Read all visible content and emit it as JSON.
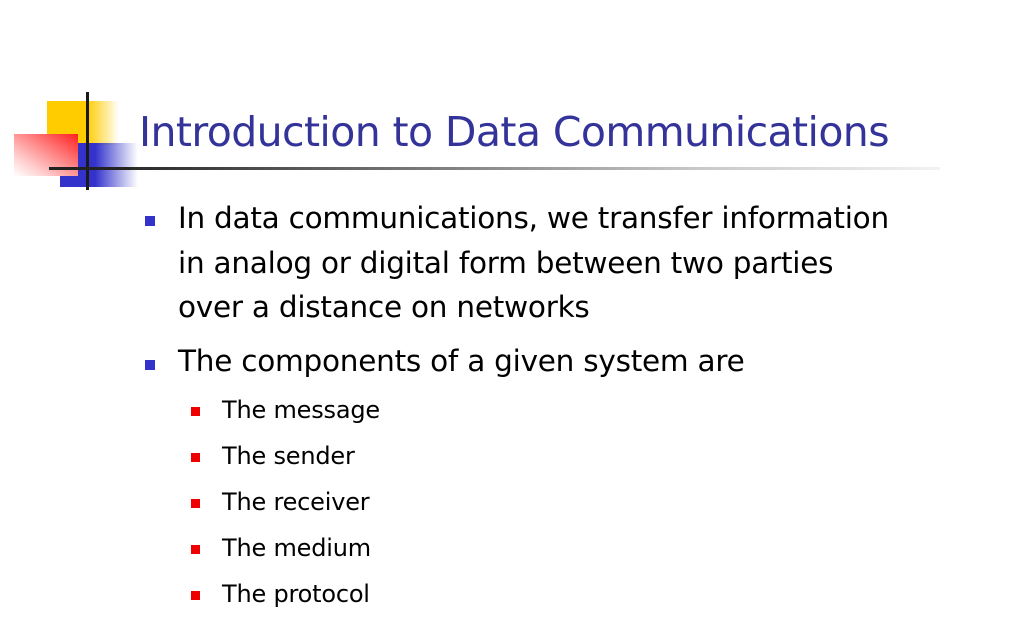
{
  "slide": {
    "title": "Introduction to Data Communications",
    "colors": {
      "title": "#333399",
      "level1_bullet": "#3333cc",
      "level2_bullet": "#ee0000",
      "body_text": "#000000"
    },
    "bullets": [
      {
        "lines": [
          "In data communications, we transfer information",
          "in analog or digital form between two parties",
          "over a distance on networks"
        ]
      },
      {
        "lines": [
          "The components of a given system are"
        ],
        "sub_bullets": [
          "The message",
          "The sender",
          "The receiver",
          "The medium",
          "The protocol"
        ]
      }
    ]
  },
  "icons": {
    "logo": "decorative-squares-crosshair-icon",
    "level1_bullet": "blue-square-bullet-icon",
    "level2_bullet": "red-square-bullet-icon"
  }
}
